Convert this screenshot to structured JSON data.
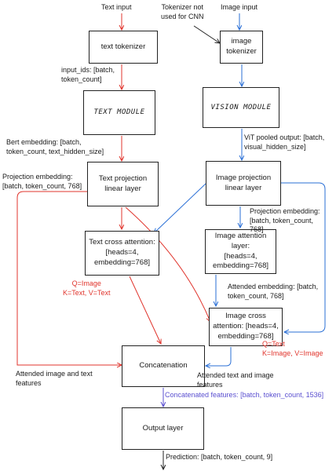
{
  "inputs": {
    "text_input": "Text input",
    "image_input": "Image input",
    "tokenizer_note": "Tokenizer not\nused for CNN"
  },
  "boxes": {
    "text_tokenizer": "text tokenizer",
    "image_tokenizer": "image\ntokenizer",
    "text_module": "TEXT MODULE",
    "vision_module": "VISION MODULE",
    "text_projection": "Text projection linear layer",
    "image_projection": "Image projection linear layer",
    "text_cross_attention": "Text cross attention:\n[heads=4,\nembedding=768]",
    "image_attention": "Image attention layer:\n[heads=4,\nembedding=768]",
    "image_cross_attention": "Image cross\nattention: [heads=4,\nembedding=768]",
    "concatenation": "Concatenation",
    "output_layer": "Output layer"
  },
  "labels": {
    "input_ids": "input_ids: [batch,\ntoken_count]",
    "bert_embedding": "Bert embedding: [batch,\ntoken_count, text_hidden_size]",
    "vit_output": "ViT pooled output: [batch,\nvisual_hidden_size]",
    "text_proj_embedding": "Projection embedding:\n[batch, token_count, 768]",
    "image_proj_embedding": "Projection embedding:\n[batch, token_count,\n768]",
    "attended_embedding": "Attended embedding: [batch,\ntoken_count, 768]",
    "text_qkv": "Q=Image\nK=Text, V=Text",
    "image_qkv": "Q=Text\nK=Image, V=Image",
    "attended_image_text": "Attended image and text\nfeatures",
    "attended_text_image": "Attended text and image\nfeatures",
    "concatenated": "Concatenated features: [batch, token_count, 1536]",
    "prediction": "Prediction: [batch, token_count, 9]"
  },
  "colors": {
    "text_path": "#e0342c",
    "image_path": "#2a6fd6",
    "concat_path": "#5a4fd0",
    "neutral": "#222222"
  }
}
